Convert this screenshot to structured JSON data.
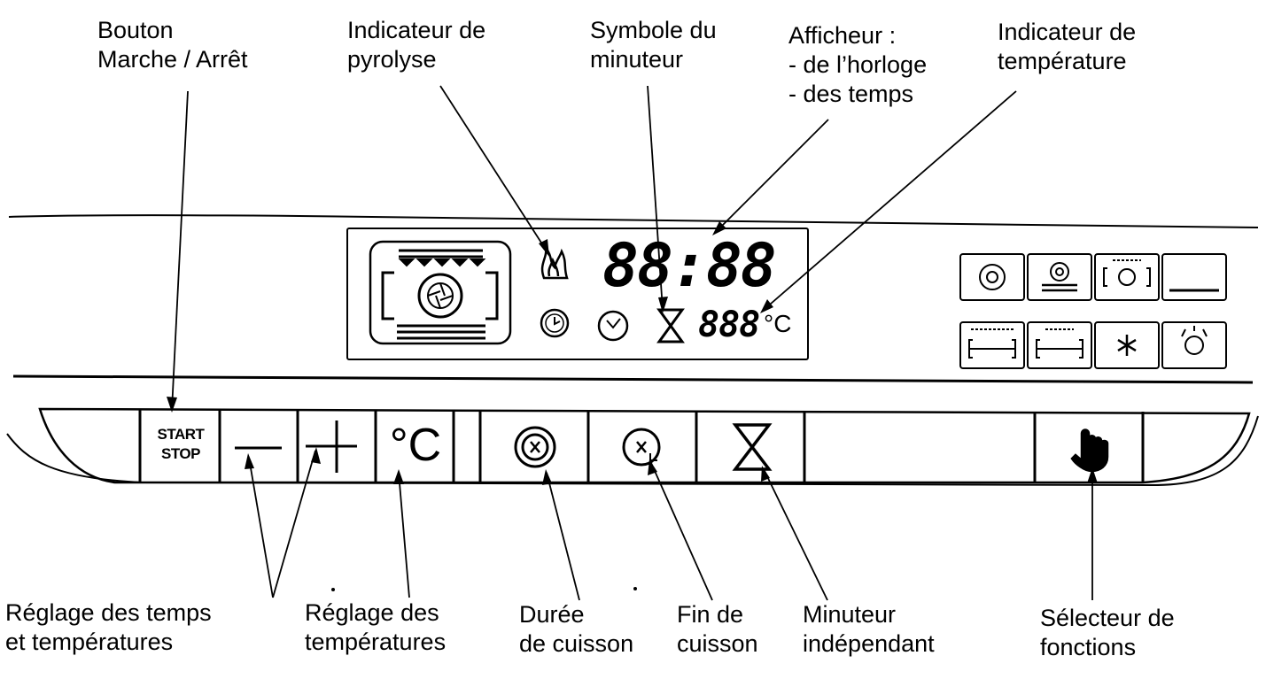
{
  "labels": {
    "power_button": [
      "Bouton",
      "Marche / Arrêt"
    ],
    "pyrolysis_indicator": [
      "Indicateur de",
      "pyrolyse"
    ],
    "timer_symbol": [
      "Symbole du",
      "minuteur"
    ],
    "display": [
      "Afficheur :",
      "- de l’horloge",
      "- des temps"
    ],
    "temperature_indicator": [
      "Indicateur de",
      "température"
    ],
    "time_temp_setting": [
      "Réglage des temps",
      "et températures"
    ],
    "temp_setting": [
      "Réglage des",
      "températures"
    ],
    "cooking_duration": [
      "Durée",
      "de cuisson"
    ],
    "cooking_end": [
      "Fin de",
      "cuisson"
    ],
    "independent_timer": [
      "Minuteur",
      "indépendant"
    ],
    "function_selector": [
      "Sélecteur de",
      "fonctions"
    ]
  },
  "panel": {
    "start_label": "START",
    "stop_label": "STOP",
    "degree_celsius": "°C",
    "clock_digits": "88:88",
    "temp_digits": "888",
    "temp_unit": "°C"
  }
}
